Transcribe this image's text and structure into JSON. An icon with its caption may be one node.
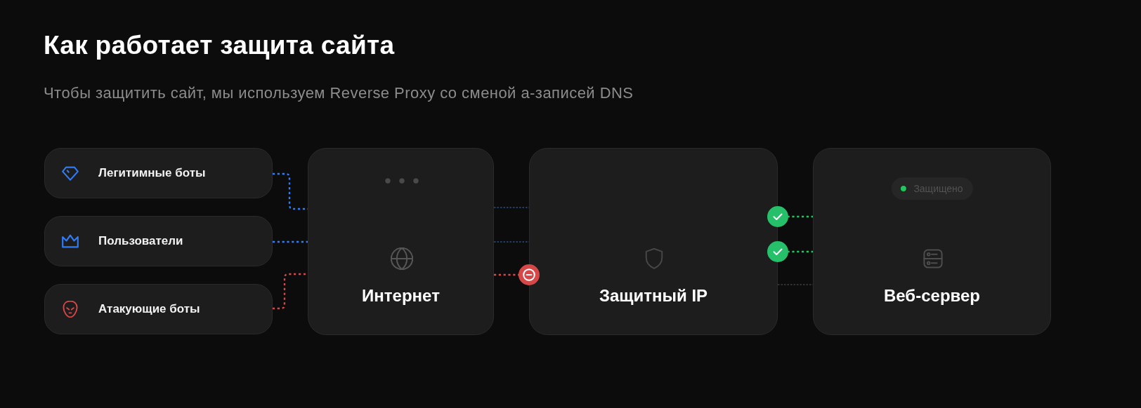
{
  "diagram": {
    "title": "Как работает защита сайта",
    "nodes": [
      {
        "text": [
          "Легитимные боты"
        ]
      },
      {
        "text": [
          "Пользователи"
        ]
      },
      {
        "text": [
          "Атакующие боты"
        ]
      },
      {
        "text": [
          "Интернет"
        ]
      },
      {
        "text": [
          "Защитный IP"
        ]
      },
      {
        "text": [
          "Веб-сервер"
        ]
      },
      {
        "text": [
          "Защищено"
        ],
        "in": 5
      }
    ],
    "edges": [
      {
        "from": 0,
        "to": 3,
        "arrow": "none",
        "style": "dashed",
        "color": "#2f7cf6"
      },
      {
        "from": 1,
        "to": 3,
        "arrow": "none",
        "style": "dashed",
        "color": "#2f7cf6"
      },
      {
        "from": 2,
        "to": 3,
        "arrow": "none",
        "style": "dashed",
        "color": "#d64848"
      },
      {
        "from": 3,
        "to": 4,
        "arrow": "none",
        "style": "dashed",
        "color": "#3a6cb8"
      },
      {
        "from": 3,
        "to": 4,
        "arrow": "none",
        "style": "dashed",
        "color": "#3a6cb8"
      },
      {
        "from": 3,
        "to": 4,
        "arrow": "other",
        "style": "dashed",
        "color": "#d64848"
      },
      {
        "from": 4,
        "to": 5,
        "arrow": "other",
        "style": "dashed",
        "color": "#22c55e"
      },
      {
        "from": 4,
        "to": 5,
        "arrow": "other",
        "style": "dashed",
        "color": "#22c55e"
      },
      {
        "from": 4,
        "to": 5,
        "arrow": "none",
        "style": "dashed",
        "color": "#575757"
      }
    ],
    "labels": [
      "Чтобы защитить сайт, мы используем Reverse Proxy со сменой а-записей DNS"
    ]
  }
}
